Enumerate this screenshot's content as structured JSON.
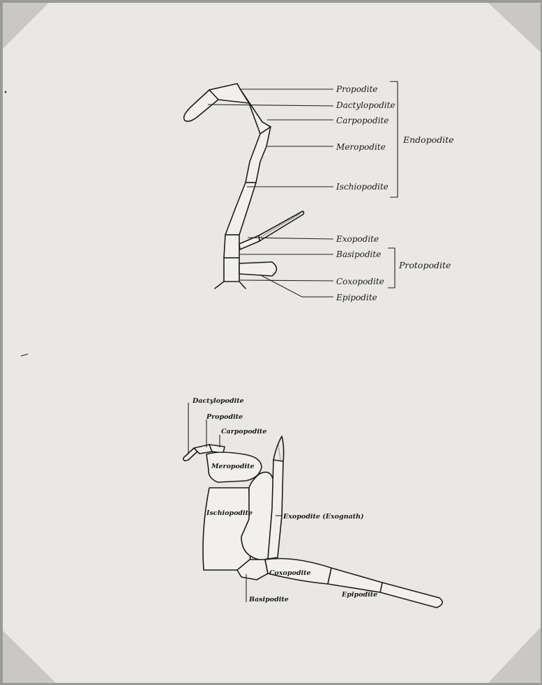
{
  "diagram1": {
    "labels": {
      "propodite": "Propodite",
      "dactylopodite": "Dactylopodite",
      "carpopodite": "Carpopodite",
      "meropodite": "Meropodite",
      "ischiopodite": "Ischiopodite",
      "exopodite": "Exopodite",
      "basipodite": "Basipodite",
      "coxopodite": "Coxopodite",
      "epipodite": "Epipodite"
    },
    "groups": {
      "endopodite": "Endopodite",
      "protopodite": "Protopodite"
    }
  },
  "diagram2": {
    "labels": {
      "dactylopodite": "Dactylopodite",
      "propodite": "Propodite",
      "carpopodite": "Carpopodite",
      "meropodite": "Meropodite",
      "ischiopodite": "Ischiopodite",
      "exopodite": "Exopodite (Exognath)",
      "coxopodite": "Coxopodite",
      "basipodite": "Basipodite",
      "epipodite": "Epipodite"
    }
  }
}
